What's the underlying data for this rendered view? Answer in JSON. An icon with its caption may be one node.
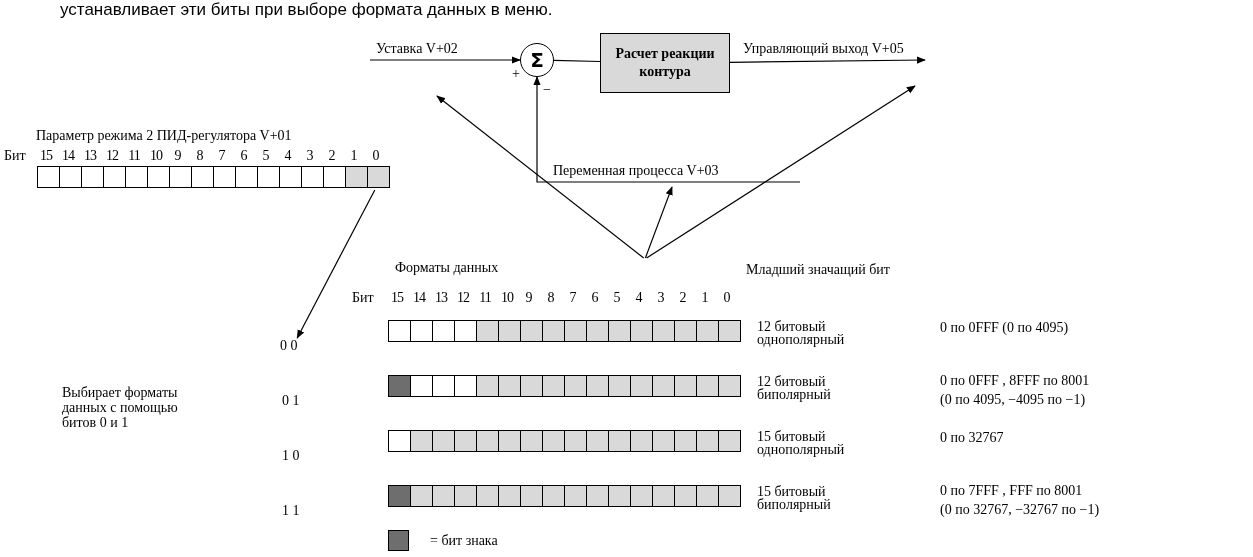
{
  "diagram": {
    "nodes": [
      {
        "text": [
          "Σ"
        ]
      },
      {
        "text": [
          "Расчет реакции контура"
        ]
      },
      {
        "text": [
          "Параметр режима 2 ПИД-регулятора V+01"
        ]
      },
      {
        "text": [
          "0 0"
        ]
      },
      {
        "text": [
          "Форматы данных"
        ],
        "beside": [
          "Младший значащий бит"
        ]
      }
    ],
    "edges": [
      {
        "from": null,
        "to": 0,
        "arrow": "to",
        "label": "Уставка V+02"
      },
      {
        "from": 0,
        "to": 1,
        "arrow": "none"
      },
      {
        "from": 1,
        "to": null,
        "arrow": "to",
        "label": "Управляющий выход V+05"
      },
      {
        "from": null,
        "to": 0,
        "arrow": "to",
        "label": "Переменная процесса V+03"
      },
      {
        "from": 2,
        "to": 3,
        "arrow": "to"
      },
      {
        "from": 4,
        "to": null,
        "arrow": "to"
      },
      {
        "from": 4,
        "to": null,
        "arrow": "to"
      },
      {
        "from": 4,
        "to": null,
        "arrow": "to"
      }
    ],
    "labels": [
      "устанавливает эти биты при выборе формата данных в меню.",
      "+",
      "−",
      "Бит 15 14 13 12 11 10 9 8 7 6 5 4 3 2 1 0",
      "Бит 15 14 13 12 11 10 9 8 7 6 5 4 3 2 1 0",
      "12 битовый однополярный",
      "0 по 0FFF (0 по 4095)",
      "Выбирает форматы данных с помощью битов 0 и 1",
      "0 1",
      "12 битовый биполярный",
      "0 по 0FFF , 8FFF по 8001",
      "(0 по 4095, −4095 по −1)",
      "1 0",
      "15 битовый однополярный",
      "0 по 32767",
      "1 1",
      "15 битовый биполярный",
      "0 по 7FFF , FFF по 8001",
      "(0 по 32767, −32767 по −1)"
    ],
    "legend": [
      {
        "text": "= бит знака",
        "color": "#6e6e6e"
      }
    ]
  }
}
